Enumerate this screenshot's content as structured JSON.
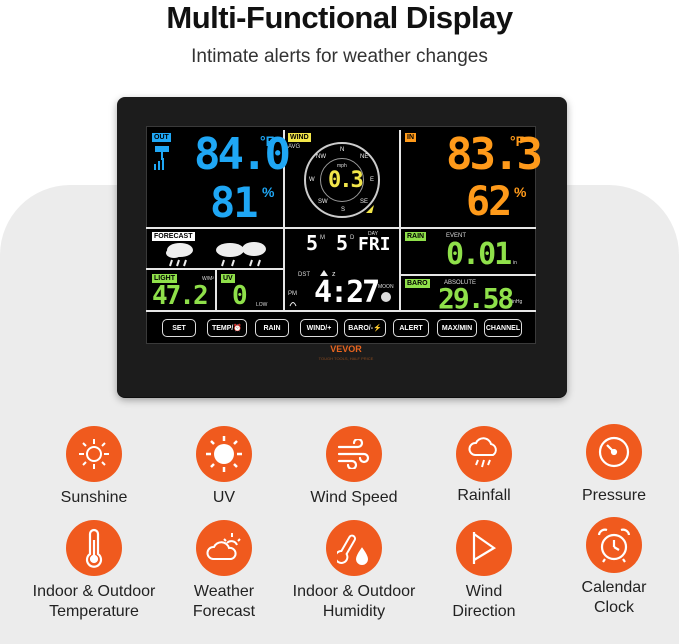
{
  "header": {
    "title": "Multi-Functional Display",
    "subtitle": "Intimate alerts for weather changes"
  },
  "device": {
    "brand": "VEVOR",
    "brand_tagline": "TOUGH TOOLS, HALF PRICE",
    "out": {
      "label": "OUT",
      "temp": "84.0",
      "temp_unit": "°F",
      "humidity": "81",
      "humidity_unit": "%"
    },
    "wind": {
      "label": "WIND",
      "avg_label": "AVG",
      "speed": "0.3",
      "speed_unit": "mph",
      "dirs": [
        "N",
        "NE",
        "E",
        "SE",
        "S",
        "SW",
        "W",
        "NW"
      ]
    },
    "in": {
      "label": "IN",
      "temp": "83.3",
      "temp_unit": "°F",
      "humidity": "62",
      "humidity_unit": "%"
    },
    "forecast": {
      "label": "FORECAST"
    },
    "date": {
      "month": "5",
      "month_label": "M",
      "day": "5",
      "day_label": "D",
      "weekday": "FRI",
      "weekday_label": "DAY"
    },
    "clock": {
      "dst": "DST",
      "pm": "PM",
      "time": "4:27",
      "moon": "MOON"
    },
    "rain": {
      "label": "RAIN",
      "event_label": "EVENT",
      "value": "0.01",
      "unit": "in"
    },
    "light": {
      "label": "LIGHT",
      "unit": "W/M²",
      "value": "47.2"
    },
    "uv": {
      "label": "UV",
      "value": "0",
      "level": "LOW"
    },
    "baro": {
      "label": "BARO",
      "absolute_label": "ABSOLUTE",
      "value": "29.58",
      "unit": "inHg"
    },
    "buttons": [
      "SET",
      "TEMP/⏰",
      "RAIN",
      "WIND/+",
      "BARO/-⚡",
      "ALERT",
      "MAX/MIN",
      "CHANNEL"
    ]
  },
  "features": [
    {
      "label": "Sunshine",
      "icon": "sunshine-icon"
    },
    {
      "label": "UV",
      "icon": "uv-icon"
    },
    {
      "label": "Wind Speed",
      "icon": "wind-speed-icon"
    },
    {
      "label": "Rainfall",
      "icon": "rainfall-icon"
    },
    {
      "label": "Pressure",
      "icon": "pressure-icon"
    },
    {
      "label": "Indoor & Outdoor\nTemperature",
      "icon": "thermometer-icon"
    },
    {
      "label": "Weather\nForecast",
      "icon": "weather-forecast-icon"
    },
    {
      "label": "Indoor & Outdoor\nHumidity",
      "icon": "humidity-icon"
    },
    {
      "label": "Wind\nDirection",
      "icon": "wind-direction-icon"
    },
    {
      "label": "Calendar\nClock",
      "icon": "alarm-clock-icon"
    }
  ],
  "colors": {
    "accent_orange": "#f05a1e",
    "lcd_blue": "#1fa7f5",
    "lcd_orange": "#ff9a1a",
    "lcd_green": "#8fe04a",
    "lcd_yellow": "#f2e64a"
  }
}
